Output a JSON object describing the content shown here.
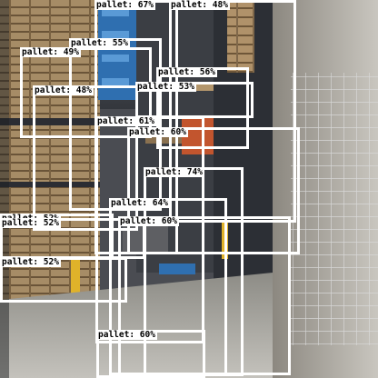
{
  "image": {
    "description_label": "warehouse aisle with pallet racking, cages and pallet detection boxes",
    "colors": {
      "box": "#ffffff",
      "label_bg": "#ffffff",
      "label_text": "#000000"
    }
  },
  "detections": [
    {
      "label": "pallet: 67%"
    },
    {
      "label": "pallet: 55%"
    },
    {
      "label": "pallet: 48%"
    },
    {
      "label": "pallet: 49%"
    },
    {
      "label": "pallet: 56%"
    },
    {
      "label": "pallet: 48%"
    },
    {
      "label": "pallet: 53%"
    },
    {
      "label": "pallet: 61%"
    },
    {
      "label": "pallet: 60%"
    },
    {
      "label": "pallet: 74%"
    },
    {
      "label": "pallet: 64%"
    },
    {
      "label": "pallet: 52%"
    },
    {
      "label": "pallet: 52%"
    },
    {
      "label": "pallet: 60%"
    },
    {
      "label": "pallet: 52%"
    },
    {
      "label": "pallet: 60%"
    }
  ]
}
